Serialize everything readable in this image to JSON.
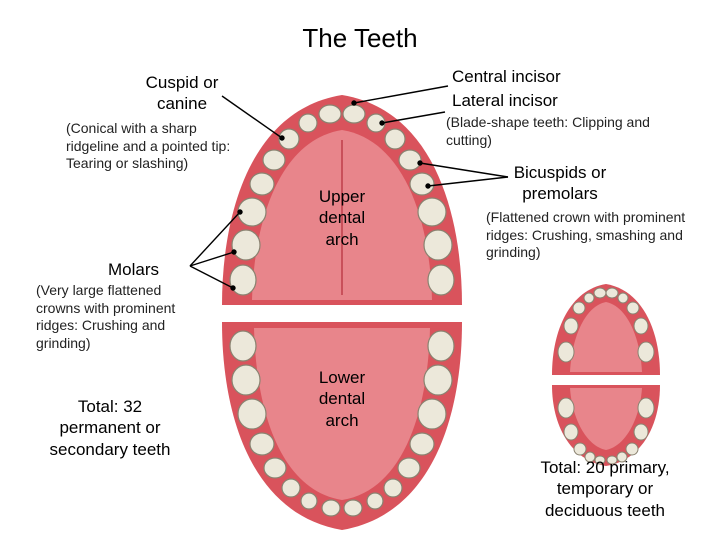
{
  "title": "The Teeth",
  "labels": {
    "cuspid": "Cuspid or canine",
    "cuspid_desc": "(Conical with a sharp ridgeline and a pointed tip: Tearing or slashing)",
    "molars": "Molars",
    "molars_desc": "(Very large flattened crowns with prominent ridges: Crushing and grinding)",
    "permanent_total": "Total: 32 permanent or secondary teeth",
    "central_incisor": "Central incisor",
    "lateral_incisor": "Lateral incisor",
    "incisor_desc": "(Blade-shape teeth: Clipping and cutting)",
    "bicuspids": "Bicuspids or premolars",
    "bicuspids_desc": "(Flattened crown with prominent ridges: Crushing, smashing and grinding)",
    "upper_arch": "Upper dental arch",
    "lower_arch": "Lower dental arch",
    "primary_total": "Total: 20 primary, temporary or deciduous teeth"
  },
  "colors": {
    "palate": "#e2737a",
    "gum": "#d9535c",
    "tooth": "#ece8da",
    "leader": "#000000"
  }
}
